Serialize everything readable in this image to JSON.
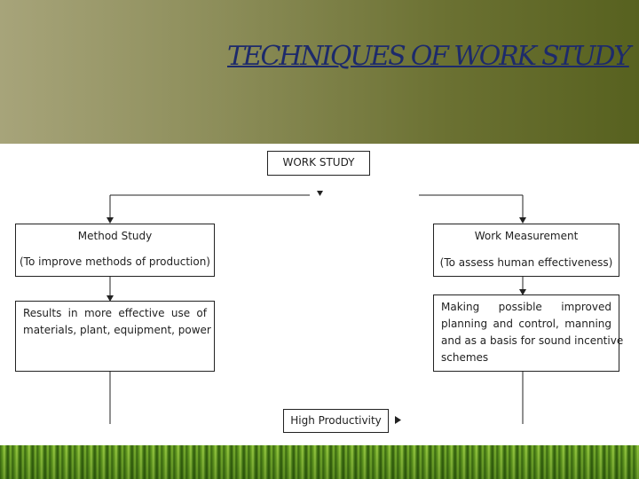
{
  "slide": {
    "title": "TECHNIQUES OF WORK STUDY"
  },
  "diagram": {
    "root": "WORK STUDY",
    "left": {
      "heading": "Method Study",
      "subheading": "(To improve methods of production)",
      "result_lines": [
        "Results  in  more  effective  use  of",
        "materials, plant, equipment, power"
      ]
    },
    "right": {
      "heading": "Work Measurement",
      "subheading": "(To assess human effectiveness)",
      "result_lines": [
        "Making    possible    improved",
        "planning  and  control,  manning",
        "and as a basis for sound incentive",
        "schemes"
      ]
    },
    "outcome": "High Productivity"
  },
  "colors": {
    "title": "#1d2a6b",
    "header_left": "#a7a47a",
    "header_right": "#57611f",
    "lines": "#222222"
  }
}
